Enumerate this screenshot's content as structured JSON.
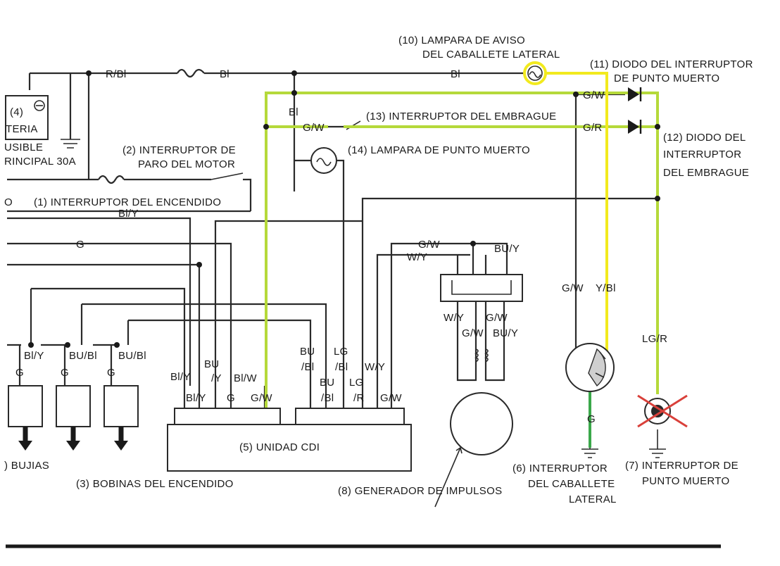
{
  "colors": {
    "highlight_green": "#b5d93a",
    "highlight_yellow": "#f2ea1e",
    "ground_green": "#3aa84a",
    "cross_red": "#d9403a",
    "wire": "#2a2a2a"
  },
  "components": {
    "c1": "(1) INTERRUPTOR DEL ENCENDIDO",
    "c1_left": "O",
    "c2_l1": "(2) INTERRUPTOR DE",
    "c2_l2": "PARO DEL MOTOR",
    "c3": "(3) BOBINAS DEL ENCENDIDO",
    "c4_l1": "(4)",
    "c4_l2": "TERIA",
    "c4_l3": "USIBLE",
    "c4_l4": "RINCIPAL 30A",
    "c5": "(5) UNIDAD CDI",
    "c6_l1": "(6) INTERRUPTOR",
    "c6_l2": "DEL CABALLETE",
    "c6_l3": "LATERAL",
    "c7_l1": "(7) INTERRUPTOR DE",
    "c7_l2": "PUNTO MUERTO",
    "c8": "(8) GENERADOR DE IMPULSOS",
    "c9": ") BUJIAS",
    "c10_l1": "(10) LAMPARA DE AVISO",
    "c10_l2": "DEL CABALLETE LATERAL",
    "c11_l1": "(11) DIODO DEL INTERRUPTOR",
    "c11_l2": "DE PUNTO MUERTO",
    "c12_l1": "(12) DIODO DEL",
    "c12_l2": "INTERRUPTOR",
    "c12_l3": "DEL EMBRAGUE",
    "c13": "(13) INTERRUPTOR DEL EMBRAGUE",
    "c14": "(14) LAMPARA DE PUNTO MUERTO"
  },
  "wires": {
    "r_bl": "R/Bl",
    "bl_top": "Bl",
    "bl_mid": "Bl",
    "bl_drop": "Bl",
    "gw_clutch": "G/W",
    "gw_diode": "G/W",
    "gr_diode": "G/R",
    "bl_y": "Bl/Y",
    "g": "G",
    "gw_pulse": "G/W",
    "wy_pulse": "W/Y",
    "bu_y_pulse": "BU/Y",
    "coil_bly": "Bl/Y",
    "coil_bubl": "BU/Bl",
    "coil_bubl2": "BU/Bl",
    "g1": "G",
    "g2": "G",
    "g3": "G",
    "cdi_bly_a": "Bl/Y",
    "cdi_bly_b": "Bl/Y",
    "cdi_bu_a": "BU",
    "cdi_bu_b": "/Y",
    "cdi_g": "G",
    "cdi_blw": "Bl/W",
    "cdi_gw_a": "G/W",
    "cdi_bu2_a": "BU",
    "cdi_bu2_b": "/Bl",
    "cdi_bu3_a": "BU",
    "cdi_bu3_b": "/Bl",
    "cdi_lg_a": "LG",
    "cdi_lg_b": "/Bl",
    "cdi_lg2_a": "LG",
    "cdi_lg2_b": "/R",
    "cdi_wy": "W/Y",
    "cdi_gw_b": "G/W",
    "conn_wy": "W/Y",
    "conn_gw": "G/W",
    "conn_gw2": "G/W",
    "conn_buy": "BU/Y",
    "side_gw": "G/W",
    "side_ybl": "Y/Bl",
    "side_g": "G",
    "neutral_lgr": "LG/R"
  }
}
